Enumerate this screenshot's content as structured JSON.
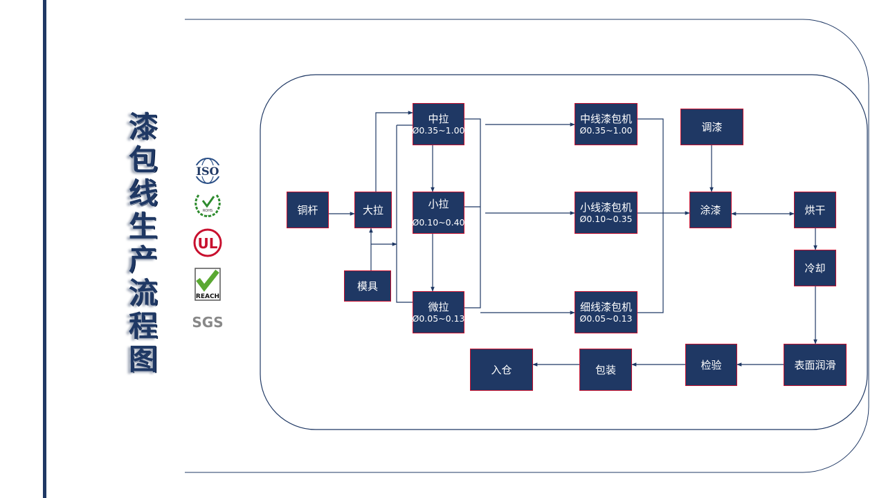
{
  "title": [
    "漆",
    "包",
    "线",
    "生",
    "产",
    "流",
    "程",
    "图"
  ],
  "colors": {
    "accent": "#1f3864",
    "node_fill": "#1f3864",
    "node_border": "#c8102e",
    "line": "#1f3864"
  },
  "logos": [
    {
      "name": "iso-logo",
      "text": "ISO"
    },
    {
      "name": "rohs-logo",
      "text": "ROHS"
    },
    {
      "name": "ul-logo",
      "text": "UL"
    },
    {
      "name": "reach-logo",
      "text": "REACH"
    },
    {
      "name": "sgs-logo",
      "text": "SGS"
    }
  ],
  "diagram": {
    "nodes": [
      {
        "id": "copper_rod",
        "label": "铜杆"
      },
      {
        "id": "rough_draw",
        "label": "大拉"
      },
      {
        "id": "die",
        "label": "模具"
      },
      {
        "id": "medium_draw",
        "label": "中拉",
        "sub": "Ø0.35~1.00"
      },
      {
        "id": "small_draw",
        "label": "小拉",
        "sub": "Ø0.10~0.40"
      },
      {
        "id": "micro_draw",
        "label": "微拉",
        "sub": "Ø0.05~0.13"
      },
      {
        "id": "medium_enameler",
        "label": "中线漆包机",
        "sub": "Ø0.35~1.00"
      },
      {
        "id": "small_enameler",
        "label": "小线漆包机",
        "sub": "Ø0.10~0.35"
      },
      {
        "id": "fine_enameler",
        "label": "细线漆包机",
        "sub": "Ø0.05~0.13"
      },
      {
        "id": "paint_mixing",
        "label": "调漆"
      },
      {
        "id": "coating",
        "label": "涂漆"
      },
      {
        "id": "baking",
        "label": "烘干"
      },
      {
        "id": "cooling",
        "label": "冷却"
      },
      {
        "id": "lubrication",
        "label": "表面润滑"
      },
      {
        "id": "inspection",
        "label": "检验"
      },
      {
        "id": "packing",
        "label": "包装"
      },
      {
        "id": "warehousing",
        "label": "入仓"
      }
    ],
    "edges": [
      {
        "from": "copper_rod",
        "to": "rough_draw"
      },
      {
        "from": "die",
        "to": "rough_draw"
      },
      {
        "from": "die",
        "to": "medium_draw"
      },
      {
        "from": "rough_draw",
        "to": "medium_draw"
      },
      {
        "from": "medium_draw",
        "to": "small_draw"
      },
      {
        "from": "small_draw",
        "to": "micro_draw"
      },
      {
        "from": "medium_draw",
        "to": "medium_enameler"
      },
      {
        "from": "small_draw",
        "to": "small_enameler"
      },
      {
        "from": "micro_draw",
        "to": "fine_enameler"
      },
      {
        "from": "medium_enameler",
        "to": "coating"
      },
      {
        "from": "small_enameler",
        "to": "coating"
      },
      {
        "from": "fine_enameler",
        "to": "coating"
      },
      {
        "from": "paint_mixing",
        "to": "coating"
      },
      {
        "from": "coating",
        "to": "baking",
        "bidirectional": true
      },
      {
        "from": "baking",
        "to": "cooling"
      },
      {
        "from": "cooling",
        "to": "lubrication"
      },
      {
        "from": "lubrication",
        "to": "inspection"
      },
      {
        "from": "inspection",
        "to": "packing"
      },
      {
        "from": "packing",
        "to": "warehousing"
      }
    ]
  }
}
